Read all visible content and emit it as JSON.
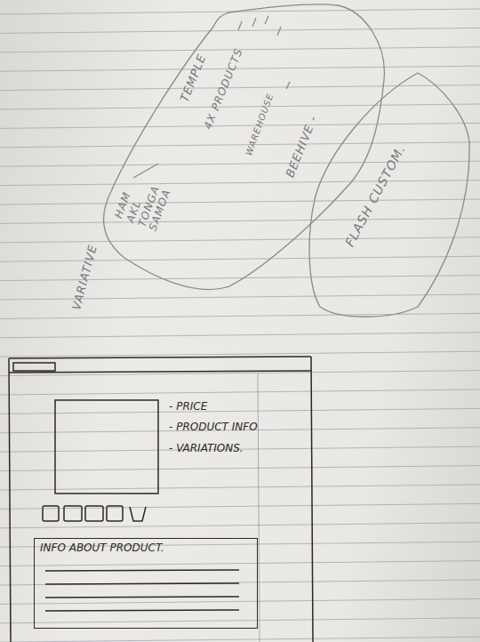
{
  "diagram": {
    "nodes": [
      {
        "text": [
          "TEMPLE",
          "4X PRODUCTS",
          "WAREHOUSE",
          "BEEHIVE -",
          "HAM AKL TONGA SAMOA"
        ]
      },
      {
        "text": [
          "FLASH CUSTOM."
        ]
      },
      {
        "text": [
          "INFO ABOUT PRODUCT."
        ]
      }
    ],
    "labels": [
      "VARIATIVE",
      "- PRICE",
      "- PRODUCT INFO",
      "- VARIATIONS."
    ]
  }
}
